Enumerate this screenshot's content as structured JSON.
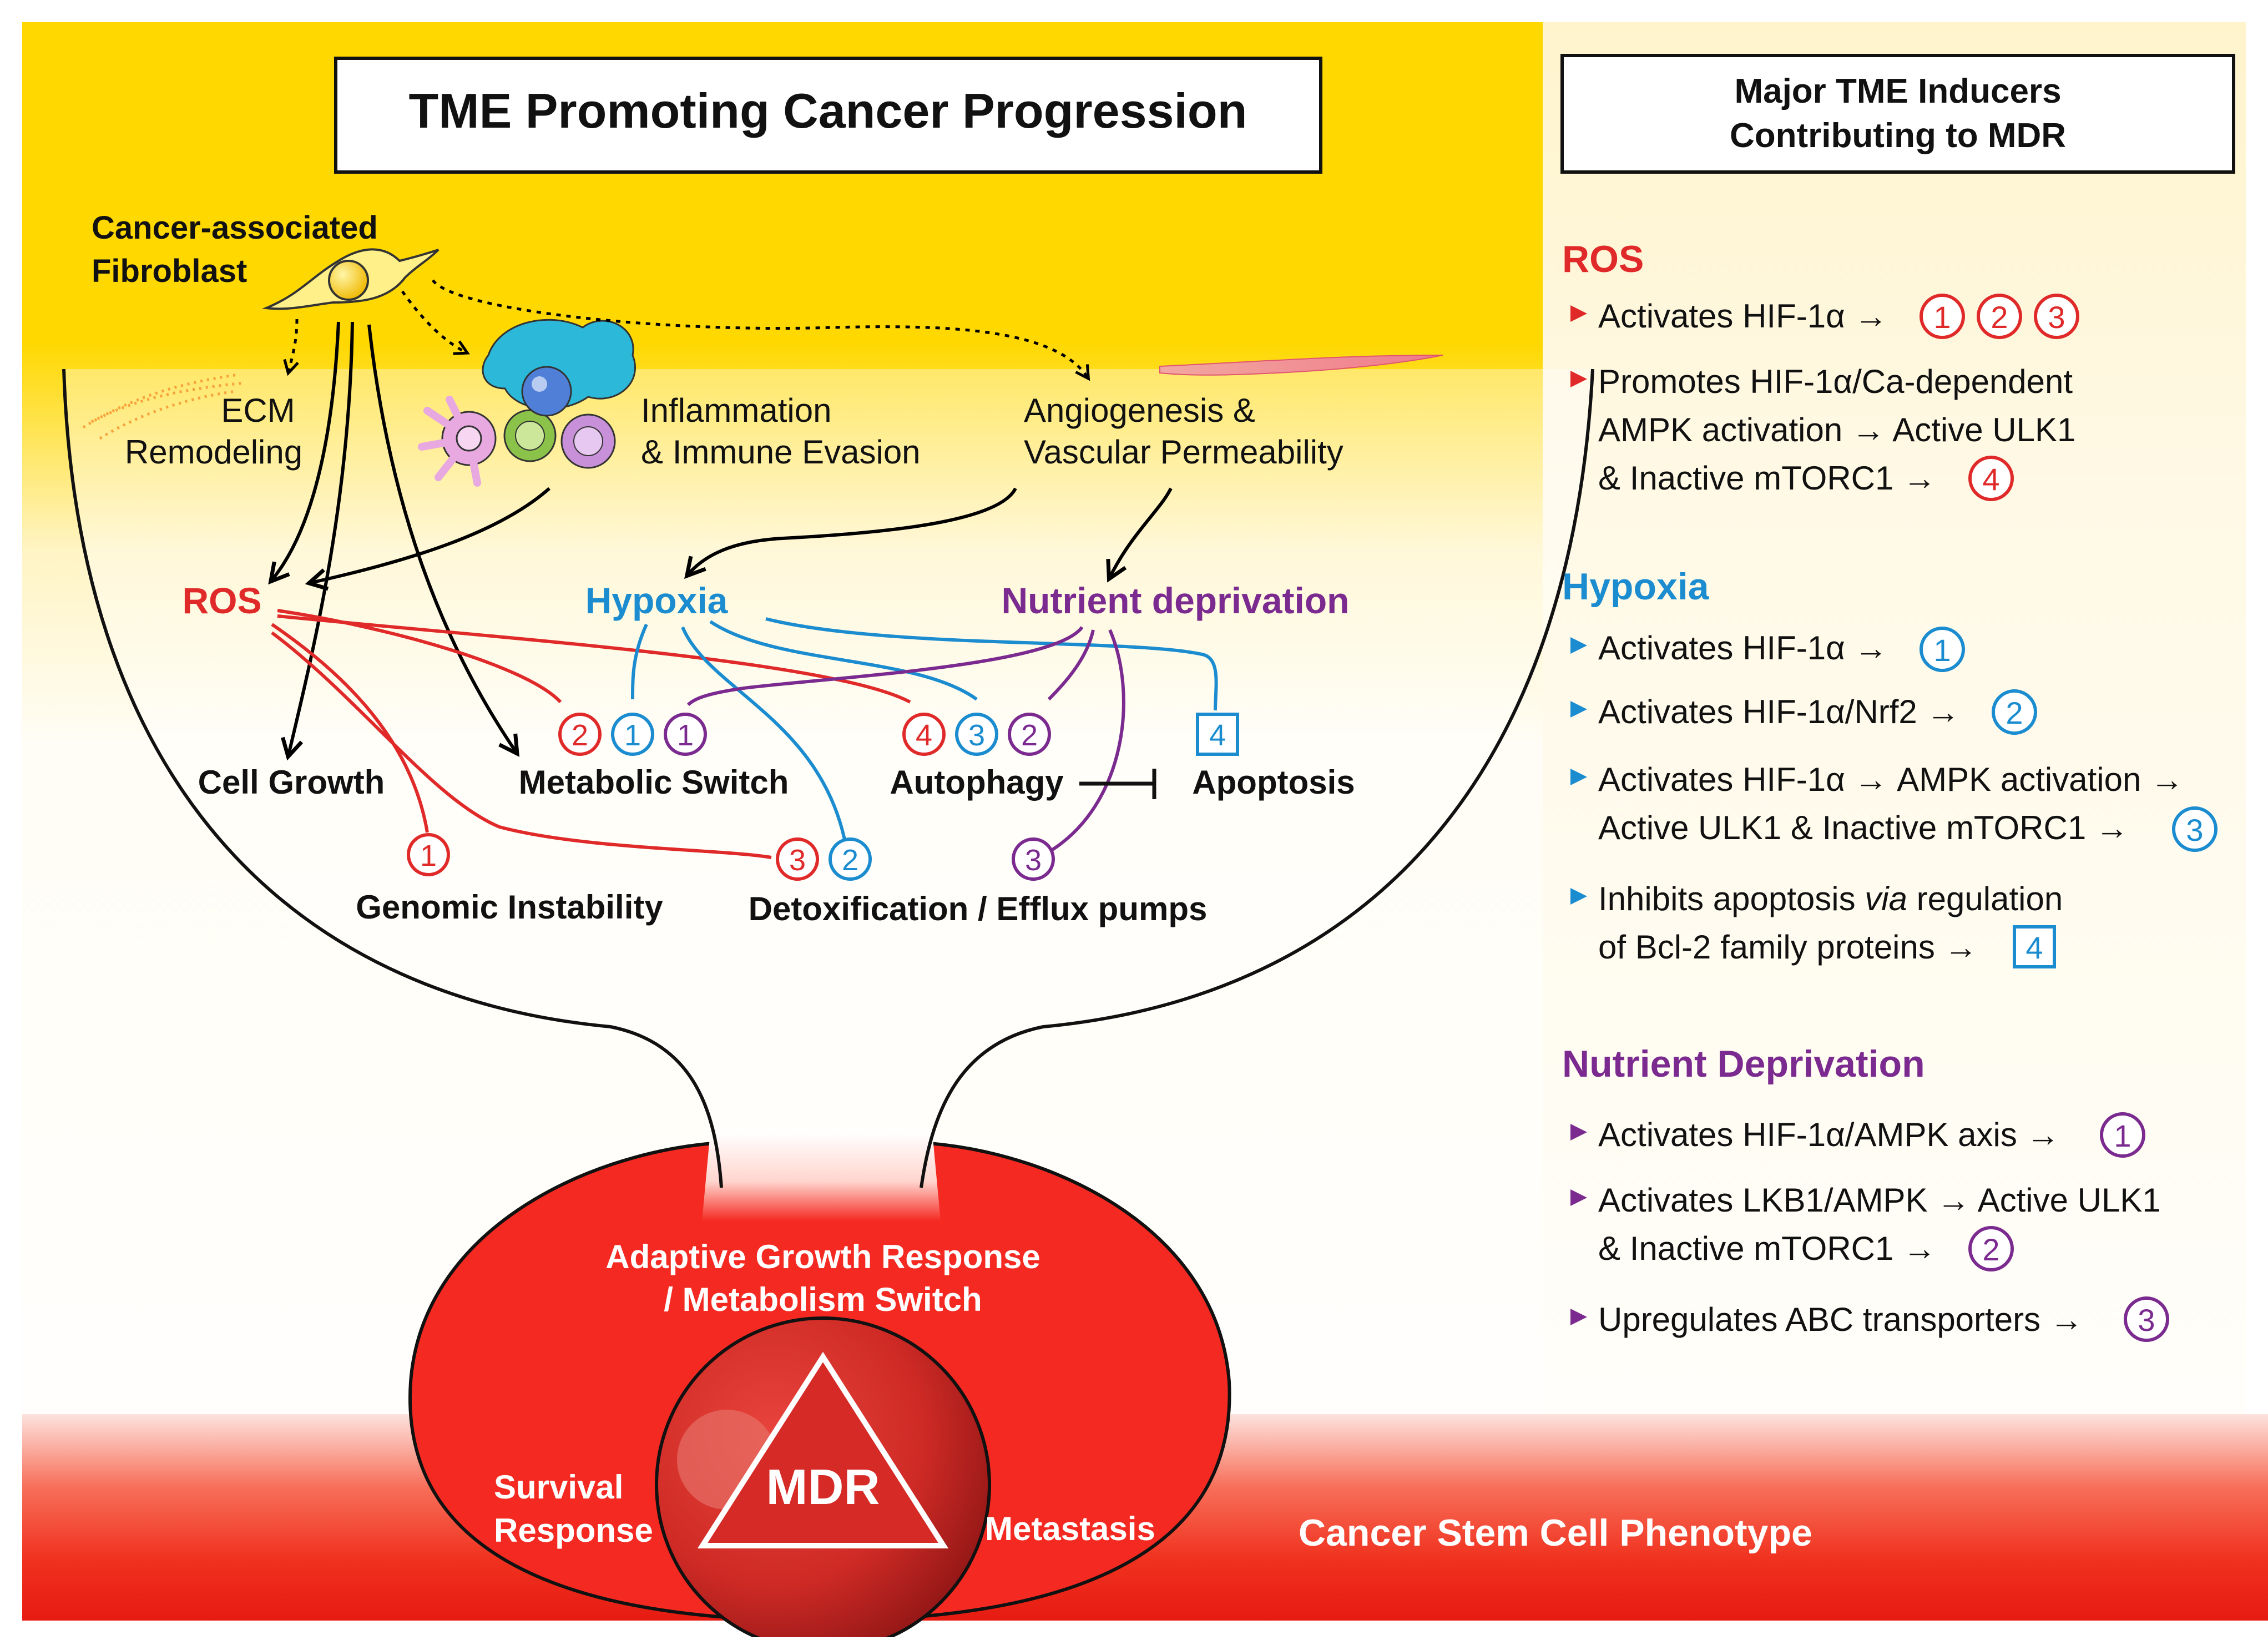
{
  "title": "TME Promoting Cancer Progression",
  "sidebar": {
    "title_line1": "Major TME Inducers",
    "title_line2": "Contributing to MDR",
    "ros": {
      "heading": "ROS",
      "items": [
        {
          "lines": [
            "Activates HIF-1α →"
          ],
          "badges": [
            "1",
            "2",
            "3"
          ]
        },
        {
          "lines": [
            "Promotes HIF-1α/Ca-dependent",
            "AMPK activation → Active ULK1",
            "& Inactive mTORC1 →"
          ],
          "badges": [
            "4"
          ]
        }
      ]
    },
    "hypoxia": {
      "heading": "Hypoxia",
      "items": [
        {
          "lines": [
            "Activates HIF-1α →"
          ],
          "badges": [
            "1"
          ]
        },
        {
          "lines": [
            "Activates HIF-1α/Nrf2 →"
          ],
          "badges": [
            "2"
          ]
        },
        {
          "lines": [
            "Activates HIF-1α → AMPK activation →",
            "Active ULK1 & Inactive mTORC1 →"
          ],
          "badges": [
            "3"
          ]
        },
        {
          "line1_pre": "Inhibits apoptosis ",
          "line1_em": "via",
          "line1_post": " regulation",
          "line2": "of Bcl-2 family proteins →",
          "badge": "4"
        }
      ]
    },
    "nutrient": {
      "heading": "Nutrient Deprivation",
      "items": [
        {
          "lines": [
            "Activates HIF-1α/AMPK axis →"
          ],
          "badges": [
            "1"
          ]
        },
        {
          "lines": [
            "Activates LKB1/AMPK → Active ULK1",
            "& Inactive mTORC1 →"
          ],
          "badges": [
            "2"
          ]
        },
        {
          "lines": [
            "Upregulates ABC transporters →"
          ],
          "badges": [
            "3"
          ]
        }
      ]
    }
  },
  "diagram": {
    "caf_line1": "Cancer-associated",
    "caf_line2": "Fibroblast",
    "ecm_line1": "ECM",
    "ecm_line2": "Remodeling",
    "inflammation_line1": "Inflammation",
    "inflammation_line2": "& Immune Evasion",
    "angiogenesis_line1": "Angiogenesis &",
    "angiogenesis_line2": "Vascular Permeability",
    "ros": "ROS",
    "hypoxia": "Hypoxia",
    "nutrient": "Nutrient deprivation",
    "cell_growth": "Cell Growth",
    "metabolic_switch": "Metabolic Switch",
    "autophagy": "Autophagy",
    "apoptosis": "Apoptosis",
    "genomic_instability": "Genomic Instability",
    "detox": "Detoxification / Efflux pumps",
    "badges": {
      "metabolic": [
        "2",
        "1",
        "1"
      ],
      "autophagy": [
        "4",
        "3",
        "2"
      ],
      "apoptosis": "4",
      "genomic": "1",
      "detox": [
        "3",
        "2"
      ],
      "nutrient_detox": "3"
    },
    "adaptive_line1": "Adaptive Growth Response",
    "adaptive_line2": "/ Metabolism Switch",
    "mdr": "MDR",
    "survival_line1": "Survival",
    "survival_line2": "Response",
    "metastasis": "Metastasis",
    "csc": "Cancer Stem Cell Phenotype"
  },
  "colors": {
    "ros": "#e02a2a",
    "hypoxia": "#1a8ccf",
    "nutrient": "#7b2b8f",
    "yellow": "#ffd800",
    "red": "#f42a22"
  }
}
